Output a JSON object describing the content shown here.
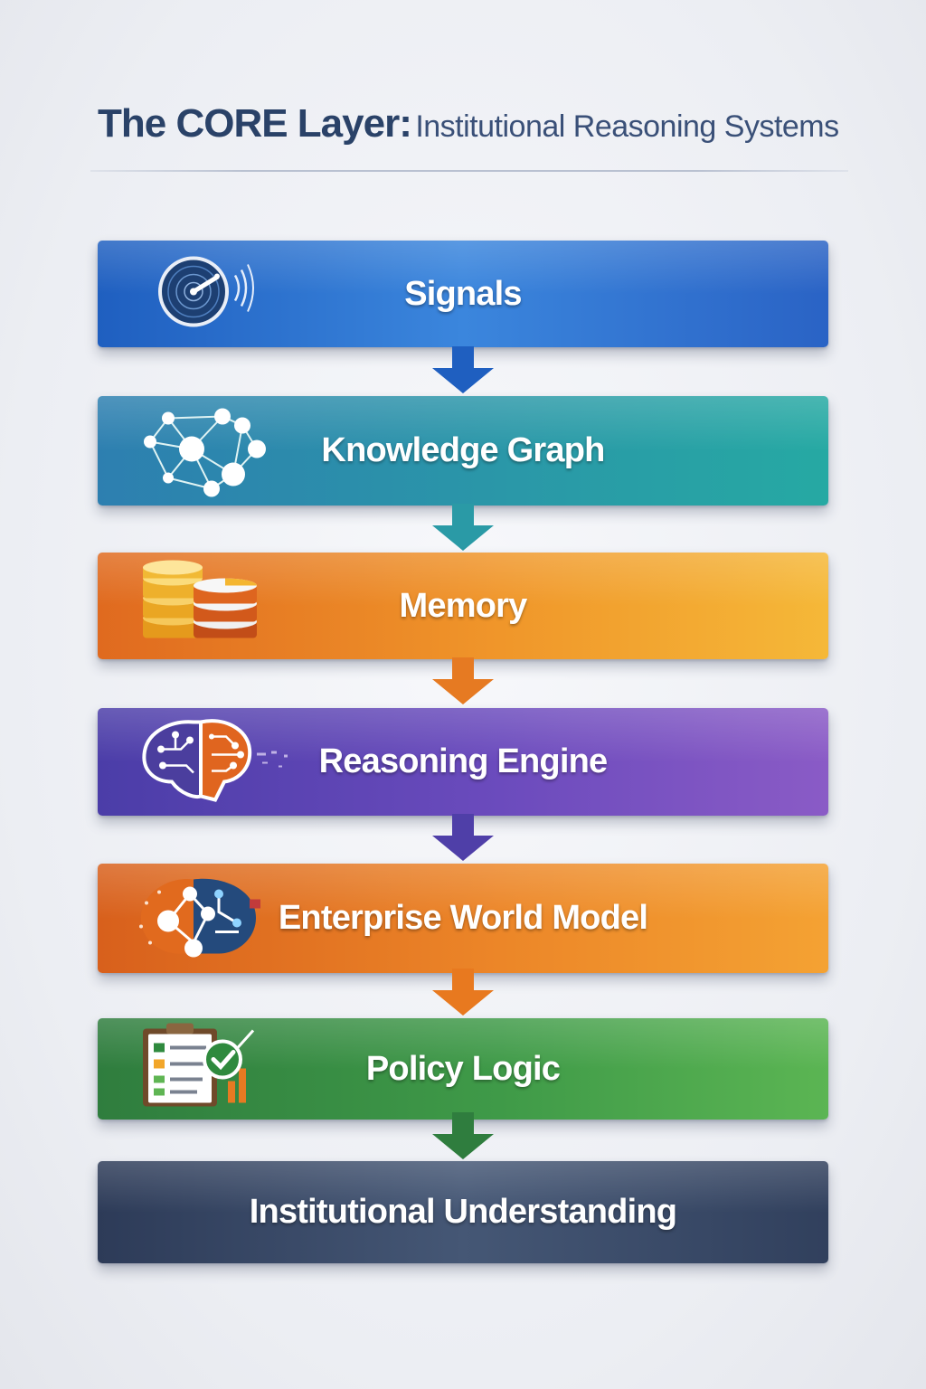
{
  "title": {
    "main": "The CORE Layer:",
    "sub": "Institutional Reasoning Systems"
  },
  "stages": [
    {
      "label": "Signals",
      "icon": "radar-icon",
      "color": "#2a6fd0"
    },
    {
      "label": "Knowledge Graph",
      "icon": "network-graph-icon",
      "color": "#2a97a8"
    },
    {
      "label": "Memory",
      "icon": "database-stack-icon",
      "color": "#f0962a"
    },
    {
      "label": "Reasoning Engine",
      "icon": "brain-circuit-icon",
      "color": "#6b4bbd"
    },
    {
      "label": "Enterprise World Model",
      "icon": "world-model-icon",
      "color": "#ec8628"
    },
    {
      "label": "Policy Logic",
      "icon": "checklist-icon",
      "color": "#3f9a48"
    },
    {
      "label": "Institutional Understanding",
      "icon": "",
      "color": "#3a4a68"
    }
  ],
  "arrow_colors": [
    "#1f5fc0",
    "#2a9aa6",
    "#e67a22",
    "#4f3fa8",
    "#e8791f",
    "#2f7d3e"
  ]
}
